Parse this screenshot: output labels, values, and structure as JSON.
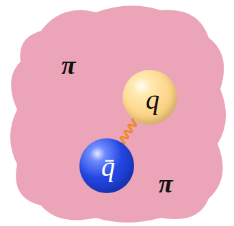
{
  "diagram": {
    "nodes": [
      {
        "text": [
          "π",
          "π"
        ]
      },
      {
        "text": [
          "q"
        ],
        "in": 0
      },
      {
        "text": [
          "q̄"
        ],
        "in": 0
      }
    ],
    "edges": [
      {
        "from": 1,
        "to": 2,
        "arrow": "none"
      }
    ]
  }
}
